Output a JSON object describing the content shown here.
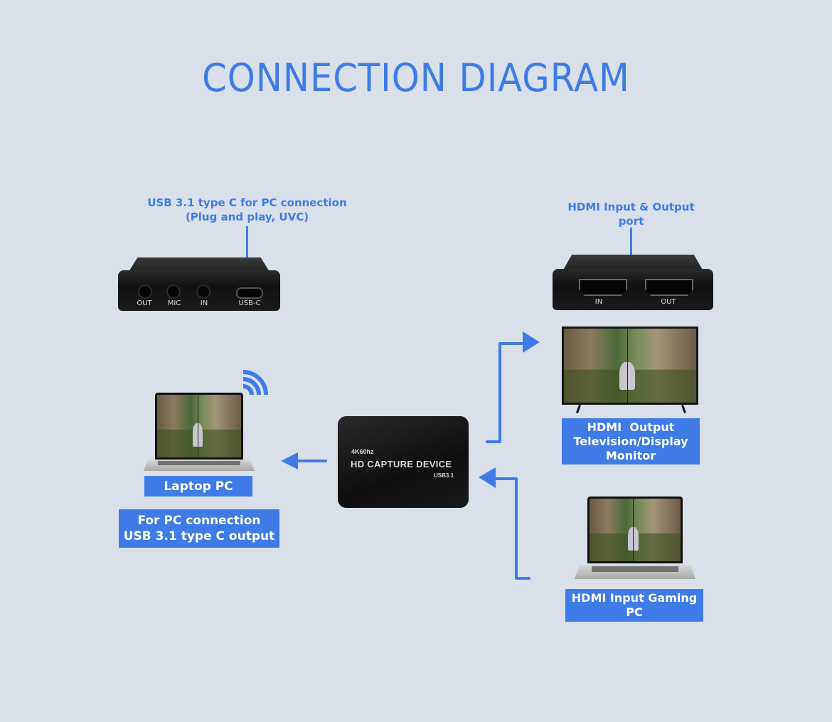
{
  "title": "CONNECTION DIAGRAM",
  "colors": {
    "accent": "#3f7be6",
    "background": "#d9e0ea",
    "label_text": "#ffffff"
  },
  "usb_callout": {
    "line1": "USB 3.1 type C for PC connection",
    "line2": "(Plug and play, UVC)"
  },
  "usb_side_ports": [
    "OUT",
    "MIC",
    "IN",
    "USB-C"
  ],
  "hdmi_callout": {
    "line1": "HDMI Input & Output",
    "line2": "port"
  },
  "hdmi_side_ports": [
    "IN",
    "OUT"
  ],
  "capture_device": {
    "spec": "4K60hz",
    "name": "HD CAPTURE DEVICE",
    "interface": "USB3.1"
  },
  "laptop_pc": {
    "label": "Laptop PC",
    "note_line1": "For PC connection",
    "note_line2": "USB 3.1 type C output",
    "icon": "wifi-signal-icon"
  },
  "tv_output": {
    "line1": "HDMI  Output",
    "line2": "Television/Display",
    "line3": "Monitor"
  },
  "gaming_pc": {
    "line1": "HDMI Input Gaming",
    "line2": "PC"
  },
  "arrows": [
    {
      "from": "capture_device",
      "to": "laptop_pc",
      "direction": "left"
    },
    {
      "from": "capture_device",
      "to": "tv_output",
      "direction": "up-right"
    },
    {
      "from": "gaming_pc",
      "to": "capture_device",
      "direction": "up-left"
    }
  ]
}
